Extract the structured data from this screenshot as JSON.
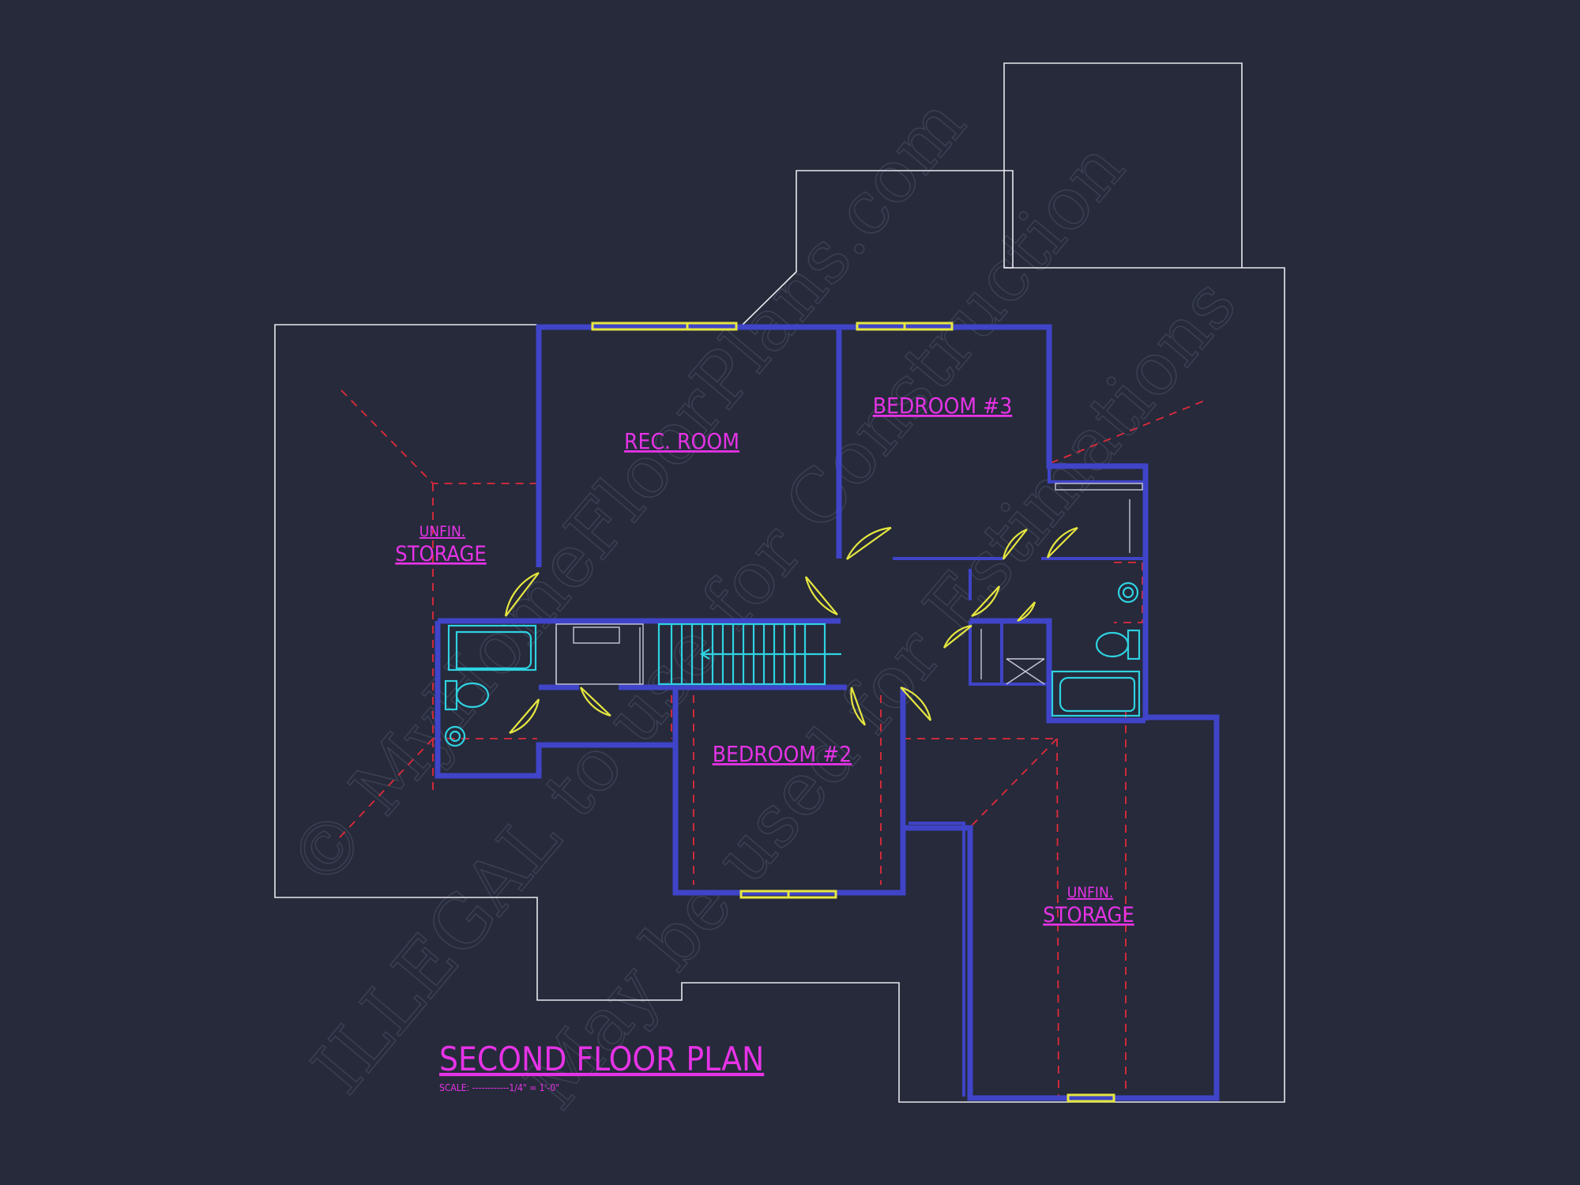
{
  "colors": {
    "background": "#262a3b",
    "walls": "#3f44c8",
    "roof_outline": "#e8e8ee",
    "labels": "#e633e6",
    "windows_doors": "#e6e640",
    "plumbing_fixtures": "#2fd2e0",
    "hidden_lines": "#e02a3a"
  },
  "plan": {
    "title": "SECOND FLOOR PLAN",
    "scale": "SCALE: ------------1/4\" = 1'-0\""
  },
  "rooms": {
    "rec_room": "REC. ROOM",
    "bedroom_3": "BEDROOM #3",
    "bedroom_2": "BEDROOM #2",
    "unfin_storage_left": {
      "line1": "UNFIN.",
      "line2": "STORAGE"
    },
    "unfin_storage_right": {
      "line1": "UNFIN.",
      "line2": "STORAGE"
    }
  },
  "watermark": {
    "line1": "© MyHomeFloorPlans.com",
    "line2": "ILLEGAL to use for Construction",
    "line3": "May be used for Estimations"
  }
}
